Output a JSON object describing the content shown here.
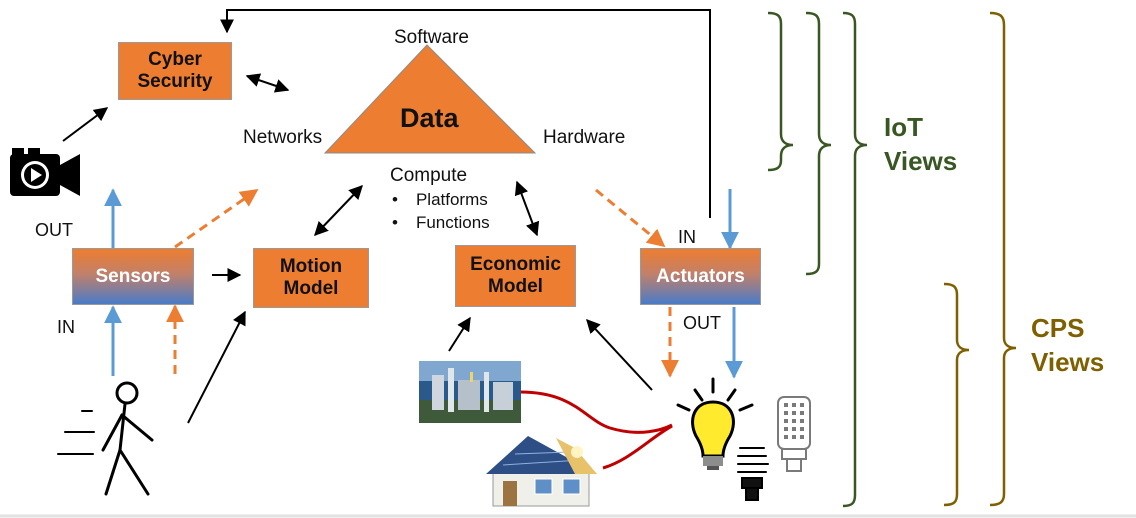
{
  "nodes": {
    "cyber_security": "Cyber\nSecurity",
    "data": "Data",
    "sensors": "Sensors",
    "motion_model": "Motion\nModel",
    "economic_model": "Economic\nModel",
    "actuators": "Actuators"
  },
  "triangle_labels": {
    "top": "Software",
    "left": "Networks",
    "right": "Hardware",
    "bottom": "Compute"
  },
  "compute_items": [
    "Platforms",
    "Functions"
  ],
  "bullet": "•",
  "io_labels": {
    "sensors_out": "OUT",
    "sensors_in": "IN",
    "actuators_in": "IN",
    "actuators_out": "OUT"
  },
  "views": {
    "iot": "IoT\nViews",
    "cps": "CPS\nViews"
  },
  "colors": {
    "orange": "#ed7d31",
    "blue": "#5b9bd5",
    "iot_green": "#385723",
    "cps_gold": "#7f6000",
    "link_red": "#c00000"
  },
  "icons": [
    "video-camera-icon",
    "walking-person-icon",
    "factory-photo",
    "solar-house-icon",
    "light-bulb-icon",
    "cfl-bulb-icon",
    "led-bulb-icon"
  ]
}
